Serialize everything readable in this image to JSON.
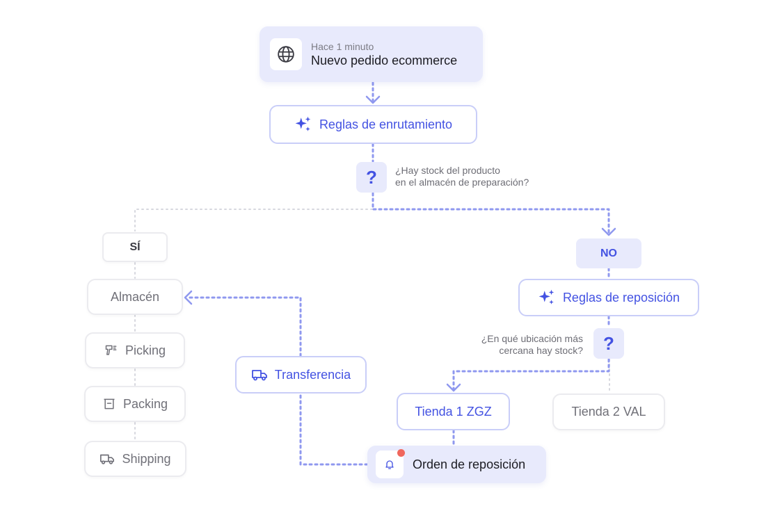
{
  "trigger": {
    "time": "Hace 1 minuto",
    "title": "Nuevo pedido ecommerce",
    "icon": "globe-icon"
  },
  "routing_rules": {
    "label": "Reglas de enrutamiento",
    "icon": "sparkles-icon"
  },
  "question_1": {
    "mark": "?",
    "line1": "¿Hay stock del producto",
    "line2": "en el almacén de preparación?"
  },
  "yes_branch": {
    "label": "SÍ",
    "steps": [
      {
        "label": "Almacén"
      },
      {
        "label": "Picking",
        "icon": "scanner-icon"
      },
      {
        "label": "Packing",
        "icon": "box-icon"
      },
      {
        "label": "Shipping",
        "icon": "truck-icon"
      }
    ]
  },
  "no_branch": {
    "label": "NO",
    "rules": {
      "label": "Reglas de reposición",
      "icon": "sparkles-icon"
    },
    "question": {
      "mark": "?",
      "line1": "¿En qué ubicación más",
      "line2": "cercana hay stock?"
    },
    "store_1": "Tienda 1 ZGZ",
    "store_2": "Tienda 2 VAL"
  },
  "transfer": {
    "label": "Transferencia",
    "icon": "truck-icon"
  },
  "replenishment_order": {
    "label": "Orden de reposición",
    "icon": "bell-icon"
  },
  "colors": {
    "accent": "#4352e2",
    "accent_light": "#e8eafc",
    "active_wire": "#8f98ef",
    "inactive_wire": "#d6d7de",
    "notification_dot": "#f0675d"
  }
}
